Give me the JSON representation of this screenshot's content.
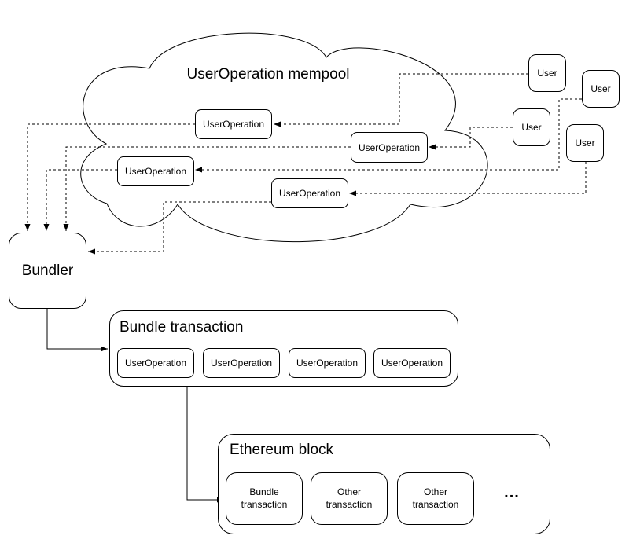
{
  "mempool": {
    "title": "UserOperation mempool",
    "operations": [
      {
        "label": "UserOperation"
      },
      {
        "label": "UserOperation"
      },
      {
        "label": "UserOperation"
      },
      {
        "label": "UserOperation"
      }
    ]
  },
  "users": [
    {
      "label": "User"
    },
    {
      "label": "User"
    },
    {
      "label": "User"
    },
    {
      "label": "User"
    }
  ],
  "bundler": {
    "label": "Bundler"
  },
  "bundle_transaction": {
    "title": "Bundle transaction",
    "operations": [
      {
        "label": "UserOperation"
      },
      {
        "label": "UserOperation"
      },
      {
        "label": "UserOperation"
      },
      {
        "label": "UserOperation"
      }
    ]
  },
  "ethereum_block": {
    "title": "Ethereum block",
    "transactions": [
      {
        "label": "Bundle transaction"
      },
      {
        "label": "Other transaction"
      },
      {
        "label": "Other transaction"
      }
    ],
    "more_indicator": "..."
  },
  "colors": {
    "stroke": "#000000",
    "fill": "#ffffff",
    "text": "#000000"
  }
}
